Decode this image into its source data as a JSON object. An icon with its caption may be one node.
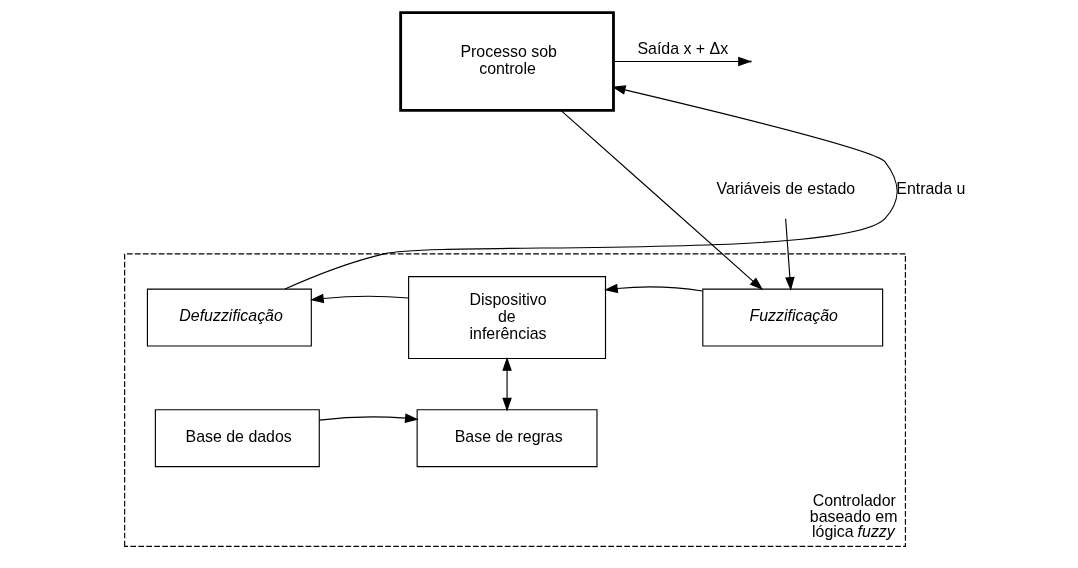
{
  "diagram": {
    "nodes": [
      {
        "text": [
          "Processo sob controle"
        ]
      },
      {
        "text": [
          "Controlador baseado em lógica *fuzzy*"
        ]
      },
      {
        "text": [
          "Defuzzificação"
        ],
        "in": 1
      },
      {
        "text": [
          "Dispositivo de inferências"
        ],
        "in": 1
      },
      {
        "text": [
          "Fuzzificação"
        ],
        "in": 1
      },
      {
        "text": [
          "Base de dados"
        ],
        "in": 1
      },
      {
        "text": [
          "Base de regras"
        ],
        "in": 1
      },
      {
        "text": [
          "Variáveis de estado"
        ]
      }
    ],
    "edges": [
      {
        "from": 2,
        "to": 0,
        "arrow": "to",
        "label": "Entrada u"
      },
      {
        "from": 0,
        "to": null,
        "arrow": "to",
        "label": "Saída x + Δx"
      },
      {
        "from": 0,
        "to": 4,
        "arrow": "to"
      },
      {
        "from": 7,
        "to": 4,
        "arrow": "to"
      },
      {
        "from": 4,
        "to": 3,
        "arrow": "to"
      },
      {
        "from": 3,
        "to": 2,
        "arrow": "to"
      },
      {
        "from": 3,
        "to": 6,
        "arrow": "both"
      },
      {
        "from": 5,
        "to": 6,
        "arrow": "to"
      }
    ]
  }
}
